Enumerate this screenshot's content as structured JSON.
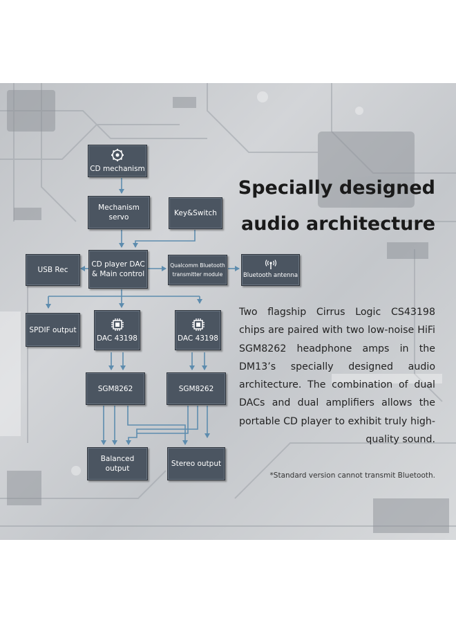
{
  "headline": {
    "line1": "Specially designed",
    "line2": "audio architecture"
  },
  "description": "Two flagship Cirrus Logic CS43198 chips are paired with two low-noise HiFi SGM8262 headphone amps in the DM13’s specially designed audio architecture. The combination of dual DACs and dual amplifiers allows the portable CD player to exhibit truly high-quality sound.",
  "footnote": "*Standard version cannot transmit Bluetooth.",
  "diagram": {
    "cd_mechanism": "CD mechanism",
    "mechanism_servo_1": "Mechanism",
    "mechanism_servo_2": "servo",
    "key_switch": "Key&Switch",
    "usb_rec": "USB Rec",
    "main_control_1": "CD player DAC",
    "main_control_2": "& Main control",
    "bt_module_1": "Qualcomm Bluetooth",
    "bt_module_2": "transmitter module",
    "bt_antenna": "Bluetooth antenna",
    "spdif": "SPDIF output",
    "dac_left": "DAC 43198",
    "dac_right": "DAC 43198",
    "amp_left": "SGM8262",
    "amp_right": "SGM8262",
    "balanced": "Balanced output",
    "stereo": "Stereo output"
  },
  "colors": {
    "box_fill": "#4b5561",
    "arrow": "#5d8cae",
    "headline": "#1a1a1a"
  },
  "icons": [
    "gear-chip-icon",
    "antenna-icon",
    "chip-icon"
  ]
}
